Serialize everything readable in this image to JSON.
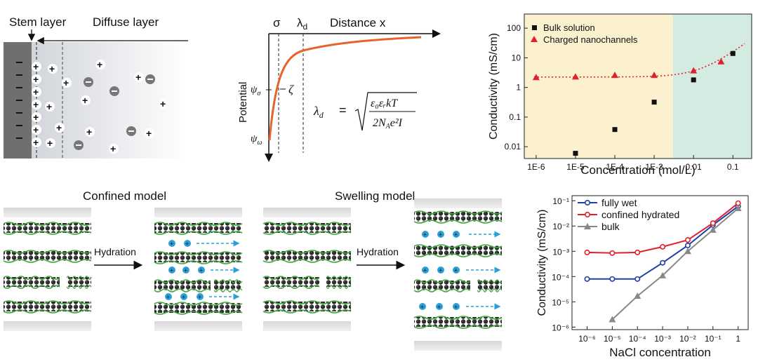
{
  "edl": {
    "stem_label": "Stem layer",
    "diffuse_label": "Diffuse layer"
  },
  "potential": {
    "sigma": "σ",
    "lambda_d": "λ",
    "lambda_sub": "d",
    "distance_label": "Distance x",
    "ylabel": "Potential",
    "psi_sigma": "ψ",
    "psi_sigma_sub": "σ",
    "psi_omega": "ψ",
    "psi_omega_sub": "ω",
    "zeta": "ζ",
    "formula_lhs": "λ",
    "formula_lhs_sub": "d",
    "formula_eq": "=",
    "formula_num": "ε₀εᵣkT",
    "formula_den": "2N",
    "formula_den_rest": "e²I",
    "formula_den_sub": "A",
    "curve_color": "#e8622c"
  },
  "models": {
    "confined_title": "Confined model",
    "swelling_title": "Swelling model",
    "arrow_label_1": "Hydration",
    "arrow_label_2": "Hydration"
  },
  "chart_data": [
    {
      "type": "scatter",
      "xlabel": "Concentration (mol/L)",
      "ylabel": "Conductivity (mS/cm)",
      "xscale": "log",
      "yscale": "log",
      "xlim": [
        5e-07,
        0.3
      ],
      "ylim": [
        0.004,
        300
      ],
      "x_ticks": [
        "1E-6",
        "1E-5",
        "1E-4",
        "1E-3",
        "0.01",
        "0.1"
      ],
      "y_ticks": [
        "0.01",
        "0.1",
        "1",
        "10",
        "100"
      ],
      "legend_position": "top-left",
      "shaded_regions": [
        {
          "from": 5e-07,
          "to": 0.003,
          "color": "#fbf1cf"
        },
        {
          "from": 0.003,
          "to": 0.3,
          "color": "#d3ebe1"
        }
      ],
      "series": [
        {
          "name": "Bulk solution",
          "marker": "square",
          "color": "#111111",
          "x": [
            1e-05,
            0.0001,
            0.001,
            0.01,
            0.1
          ],
          "y": [
            0.006,
            0.038,
            0.32,
            1.8,
            14
          ]
        },
        {
          "name": "Charged nanochannels",
          "marker": "triangle",
          "color": "#e0202a",
          "x": [
            1e-06,
            1e-05,
            0.0001,
            0.001,
            0.01,
            0.05
          ],
          "y": [
            2.2,
            2.3,
            2.6,
            2.6,
            3.7,
            7.5
          ]
        }
      ]
    },
    {
      "type": "line",
      "xlabel": "NaCl concentration",
      "ylabel": "Conductivity (mS/cm)",
      "xscale": "log",
      "yscale": "log",
      "x_ticks": [
        "10⁻⁶",
        "10⁻⁵",
        "10⁻⁴",
        "10⁻³",
        "10⁻²",
        "10⁻¹",
        "1"
      ],
      "y_ticks": [
        "10⁻⁶",
        "10⁻⁵",
        "10⁻⁴",
        "10⁻³",
        "10⁻²",
        "10⁻¹"
      ],
      "legend_position": "top-left",
      "series": [
        {
          "name": "fully wet",
          "color": "#1f3fa8",
          "marker": "circle",
          "x": [
            1e-06,
            1e-05,
            0.0001,
            0.001,
            0.01,
            0.1,
            1
          ],
          "y": [
            8e-05,
            8e-05,
            8e-05,
            0.00035,
            0.0017,
            0.011,
            0.06
          ]
        },
        {
          "name": "confined hydrated",
          "color": "#e0202a",
          "marker": "circle",
          "x": [
            1e-06,
            1e-05,
            0.0001,
            0.001,
            0.01,
            0.1,
            1
          ],
          "y": [
            0.0009,
            0.00085,
            0.0009,
            0.0015,
            0.0028,
            0.013,
            0.08
          ]
        },
        {
          "name": "bulk",
          "color": "#888888",
          "marker": "triangle",
          "x": [
            1e-05,
            0.0001,
            0.001,
            0.01,
            0.1,
            1
          ],
          "y": [
            2e-06,
            1.7e-05,
            0.00011,
            0.001,
            0.007,
            0.05
          ]
        }
      ]
    }
  ]
}
